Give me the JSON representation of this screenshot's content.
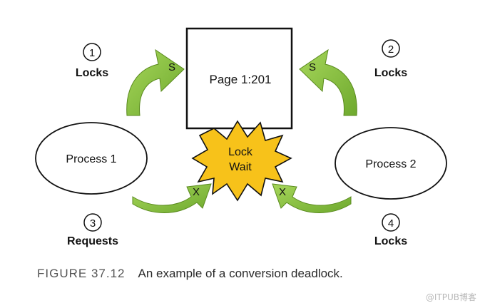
{
  "page": {
    "text": "Page 1:201"
  },
  "processes": [
    {
      "label": "Process 1"
    },
    {
      "label": "Process 2"
    }
  ],
  "lock_wait": {
    "line1": "Lock",
    "line2": "Wait"
  },
  "steps": [
    {
      "number": "1",
      "label": "Locks"
    },
    {
      "number": "2",
      "label": "Locks"
    },
    {
      "number": "3",
      "label": "Requests"
    },
    {
      "number": "4",
      "label": "Locks"
    }
  ],
  "arrows": [
    {
      "mode": "S"
    },
    {
      "mode": "S"
    },
    {
      "mode": "X"
    },
    {
      "mode": "X"
    }
  ],
  "caption": {
    "figure": "FIGURE 37.12",
    "text": "An example of a conversion deadlock."
  },
  "watermark": "@ITPUB博客",
  "colors": {
    "arrow_fill": "#8dc63f",
    "arrow_dark": "#5a8a1e",
    "starburst": "#f7c21a",
    "outline": "#111111"
  }
}
